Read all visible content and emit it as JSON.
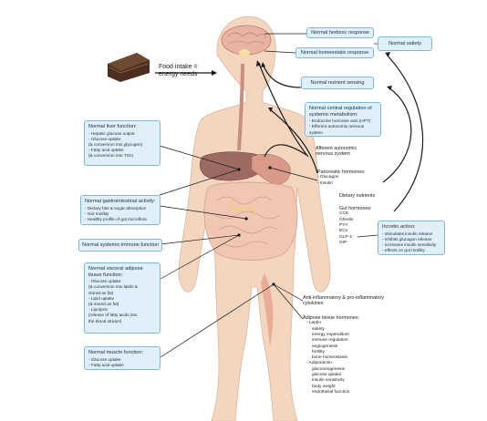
{
  "food_intake": {
    "line1": "Food intake =",
    "line2": "energy needs"
  },
  "boxes": {
    "hedonic": "Normal hedonic response",
    "homeostatic": "Normal homeostatic response",
    "satiety": "Normal satiety",
    "nutrient_sensing": "Normal nutrient sensing",
    "central": {
      "title": "Normal central regulation of systemic metabolism:",
      "items": [
        "- Endocrine hormone axis (HPT)",
        "- Efferent autonomic nervous system"
      ]
    },
    "liver": {
      "title": "Normal liver function:",
      "items": [
        "- Hepatic glucose output",
        "- Glucose uptake",
        "(& conversion into glycogen)",
        "- Fatty acid uptake",
        "(& conversion into TGs)"
      ]
    },
    "gi": {
      "title": "Normal gastrointestinal activity:",
      "items": [
        "- Dietary fats & sugar absorption",
        "- Gut motility",
        "- Healthy profile of gut microflora"
      ]
    },
    "immune": "Normal systemic immune function",
    "adipose": {
      "title": "Normal visceral adipose tissue function:",
      "items": [
        "- Glucose uptake",
        "(& conversion into lipids &",
        "stored as fat)",
        "- Lipid uptake",
        "(& stored as fat)",
        "- Lipolysis",
        "(release of fatty acids into",
        "the blood stream)"
      ]
    },
    "muscle": {
      "title": "Normal muscle function:",
      "items": [
        "- Glucose uptake",
        "- Fatty acid uptake"
      ]
    },
    "incretin": {
      "title": "Incretin action:",
      "items": [
        "- stimulates insulin release",
        "- inhibits glucagon release",
        "- increases insulin sensitivity",
        "- effects on gut motility"
      ]
    }
  },
  "labels": {
    "afferent": "Afferent autonomic nervous system",
    "pancreatic": {
      "title": "Pancreatic hormones:",
      "items": [
        "- Glucagon",
        "- Insulin"
      ]
    },
    "dietary": "Dietary nutrients",
    "gut": {
      "title": "Gut hormones:",
      "items": [
        "CCK",
        "Ghrelin",
        "PYY",
        "ECs",
        "GLP-1",
        "GIP"
      ]
    },
    "cytokines": "Anti-inflammatory & pro-inflammatory cytokines",
    "adipose_hormones": {
      "title": "Adipose tissue hormones:",
      "items": [
        "- Leptin",
        "satiety",
        "energy expenditure",
        "immune regulation",
        "angiogenesis",
        "fertility",
        "bone homeostasis",
        "- Adiponectin",
        "gluconeogenesis",
        "glucose uptake",
        "insulin sensitivity",
        "body weight",
        "endothelial function"
      ]
    }
  },
  "colors": {
    "box_fill": "#dff0fb",
    "box_border": "#7fb8dc",
    "skin": "#f4d6bf",
    "brain": "#e9b3a4",
    "liver": "#9d6a63",
    "intestine": "#f1c6b2",
    "arrow": "#1a1a1a"
  }
}
